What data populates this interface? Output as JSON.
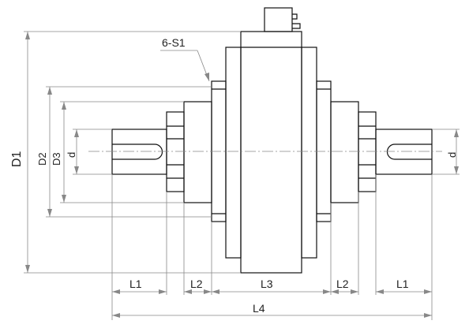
{
  "labels": {
    "D1": "D1",
    "D2": "D2",
    "D3": "D3",
    "d_left": "d",
    "d_right": "d",
    "L1_left": "L1",
    "L2_left": "L2",
    "L3": "L3",
    "L2_right": "L2",
    "L1_right": "L1",
    "L4": "L4",
    "bolt": "6-S1"
  }
}
